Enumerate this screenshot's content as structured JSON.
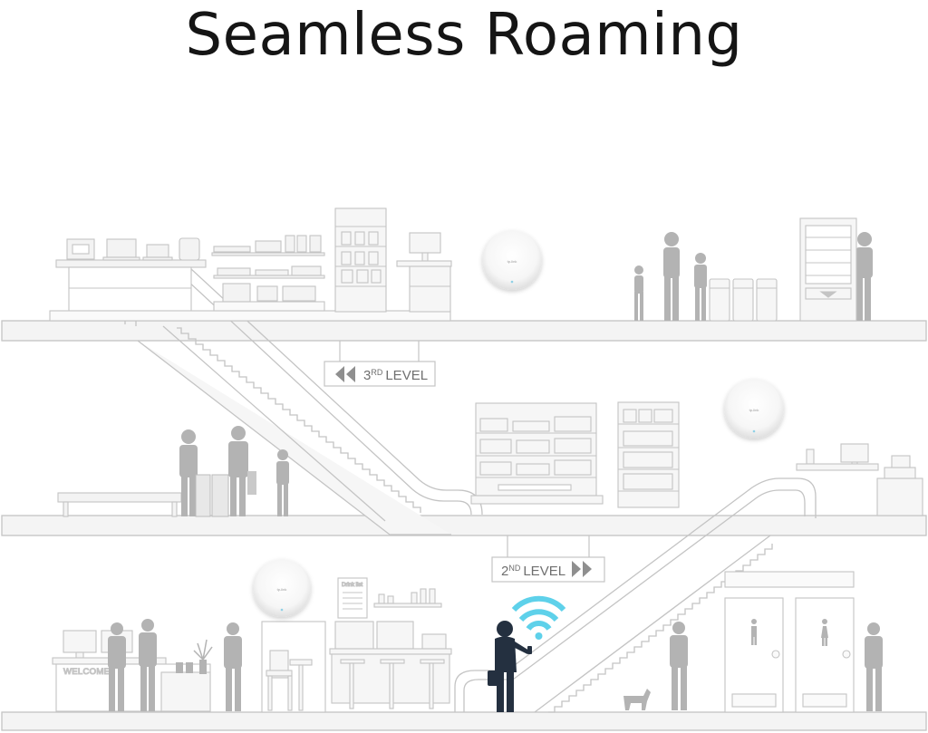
{
  "title": "Seamless Roaming",
  "signs": {
    "level3": {
      "number": "3",
      "suffix": "RD",
      "word": "LEVEL"
    },
    "level2": {
      "number": "2",
      "suffix": "ND",
      "word": "LEVEL"
    }
  },
  "store_labels": {
    "welcome": "WELCOME",
    "menu_board": "Drink list"
  },
  "colors": {
    "line": "#c9c9c9",
    "floor": "#f3f3f3",
    "figure": "#b3b3b3",
    "highlight_person": "#243040",
    "wifi": "#5ed1ea"
  },
  "access_points": [
    {
      "name": "access-point-level-3"
    },
    {
      "name": "access-point-level-2"
    },
    {
      "name": "access-point-level-1"
    }
  ]
}
